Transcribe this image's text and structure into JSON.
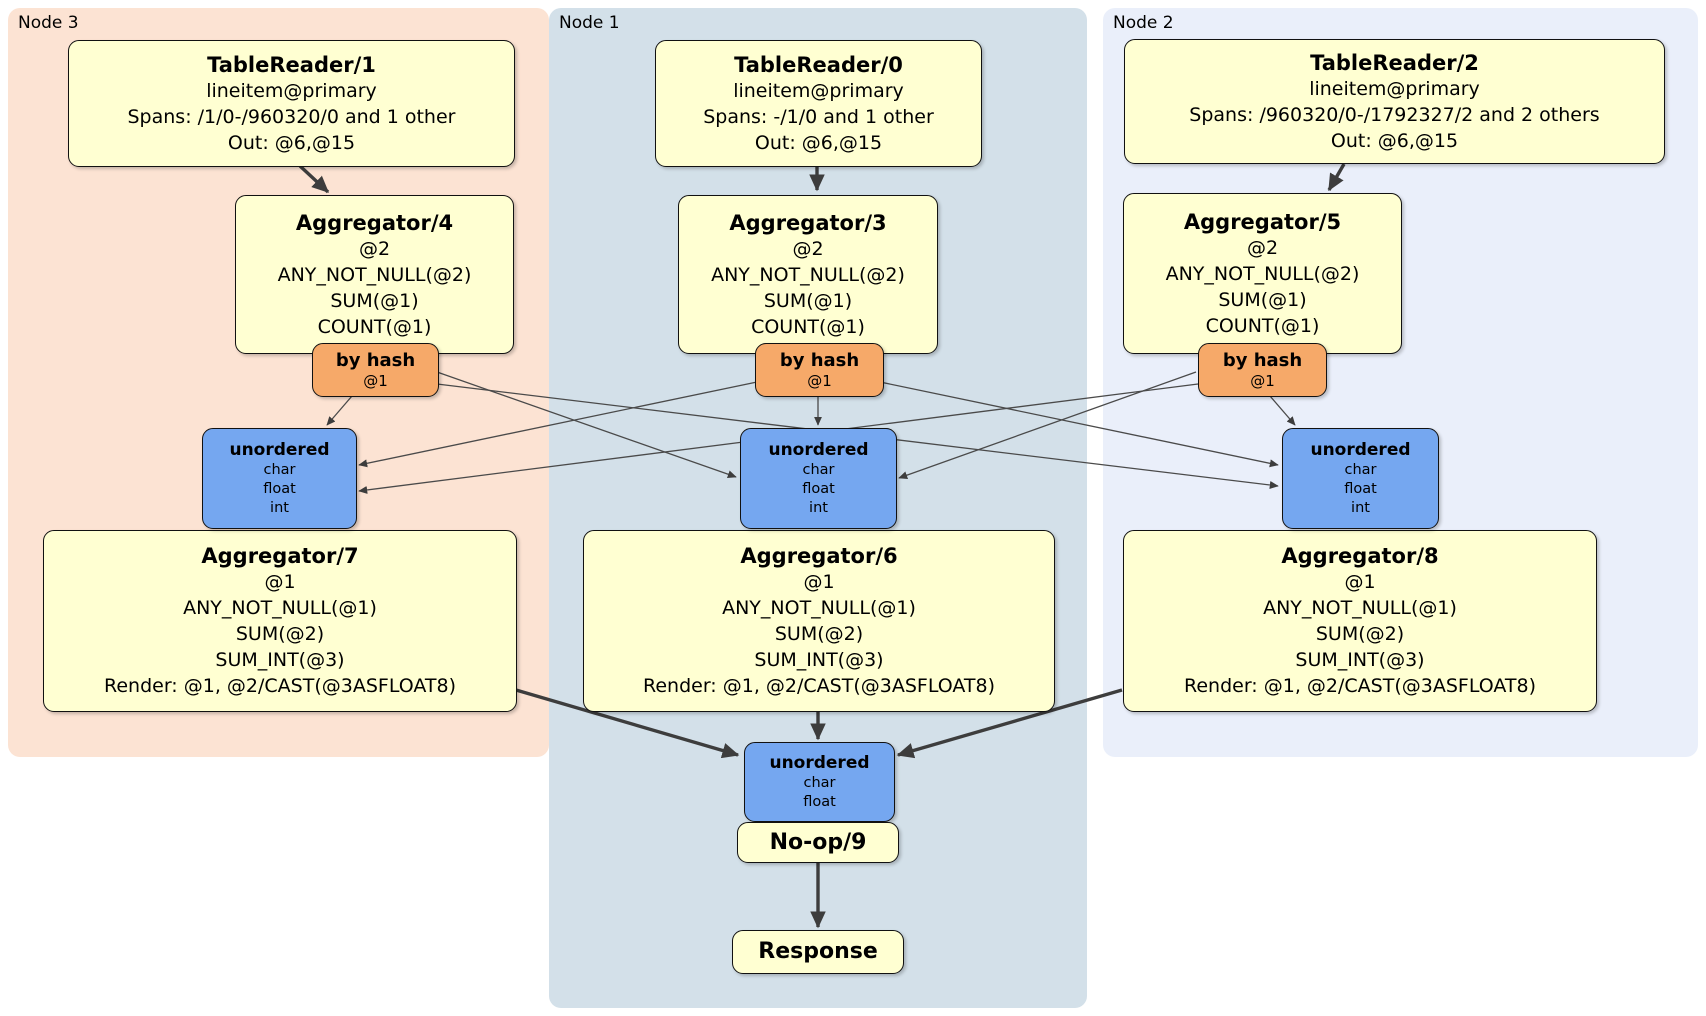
{
  "diagram": {
    "regions": [
      {
        "id": "node3",
        "label": "Node 3"
      },
      {
        "id": "node1",
        "label": "Node 1"
      },
      {
        "id": "node2",
        "label": "Node 2"
      }
    ],
    "processors": {
      "tr1": {
        "title": "TableReader/1",
        "lines": [
          "lineitem@primary",
          "Spans: /1/0-/960320/0 and 1 other",
          "Out: @6,@15"
        ]
      },
      "tr0": {
        "title": "TableReader/0",
        "lines": [
          "lineitem@primary",
          "Spans: -/1/0 and 1 other",
          "Out: @6,@15"
        ]
      },
      "tr2": {
        "title": "TableReader/2",
        "lines": [
          "lineitem@primary",
          "Spans: /960320/0-/1792327/2 and 2 others",
          "Out: @6,@15"
        ]
      },
      "agg4": {
        "title": "Aggregator/4",
        "lines": [
          "@2",
          "ANY_NOT_NULL(@2)",
          "SUM(@1)",
          "COUNT(@1)"
        ]
      },
      "agg3": {
        "title": "Aggregator/3",
        "lines": [
          "@2",
          "ANY_NOT_NULL(@2)",
          "SUM(@1)",
          "COUNT(@1)"
        ]
      },
      "agg5": {
        "title": "Aggregator/5",
        "lines": [
          "@2",
          "ANY_NOT_NULL(@2)",
          "SUM(@1)",
          "COUNT(@1)"
        ]
      },
      "byhash3": {
        "title": "by hash",
        "lines": [
          "@1"
        ]
      },
      "byhash1": {
        "title": "by hash",
        "lines": [
          "@1"
        ]
      },
      "byhash2": {
        "title": "by hash",
        "lines": [
          "@1"
        ]
      },
      "un3": {
        "title": "unordered",
        "lines": [
          "char",
          "float",
          "int"
        ]
      },
      "un1": {
        "title": "unordered",
        "lines": [
          "char",
          "float",
          "int"
        ]
      },
      "un2": {
        "title": "unordered",
        "lines": [
          "char",
          "float",
          "int"
        ]
      },
      "agg7": {
        "title": "Aggregator/7",
        "lines": [
          "@1",
          "ANY_NOT_NULL(@1)",
          "SUM(@2)",
          "SUM_INT(@3)",
          "Render: @1, @2/CAST(@3ASFLOAT8)"
        ]
      },
      "agg6": {
        "title": "Aggregator/6",
        "lines": [
          "@1",
          "ANY_NOT_NULL(@1)",
          "SUM(@2)",
          "SUM_INT(@3)",
          "Render: @1, @2/CAST(@3ASFLOAT8)"
        ]
      },
      "agg8": {
        "title": "Aggregator/8",
        "lines": [
          "@1",
          "ANY_NOT_NULL(@1)",
          "SUM(@2)",
          "SUM_INT(@3)",
          "Render: @1, @2/CAST(@3ASFLOAT8)"
        ]
      },
      "unfinal": {
        "title": "unordered",
        "lines": [
          "char",
          "float"
        ]
      },
      "noop": {
        "title": "No-op/9"
      },
      "response": {
        "title": "Response"
      }
    },
    "colors": {
      "processor_box": "#ffffd2",
      "hash_router": "#f6a969",
      "sync_box": "#75a7f0",
      "node3_bg": "#fce3d3",
      "node1_bg": "#d3e0e9",
      "node2_bg": "#eaeffa",
      "edge": "#3d3d3d"
    }
  }
}
